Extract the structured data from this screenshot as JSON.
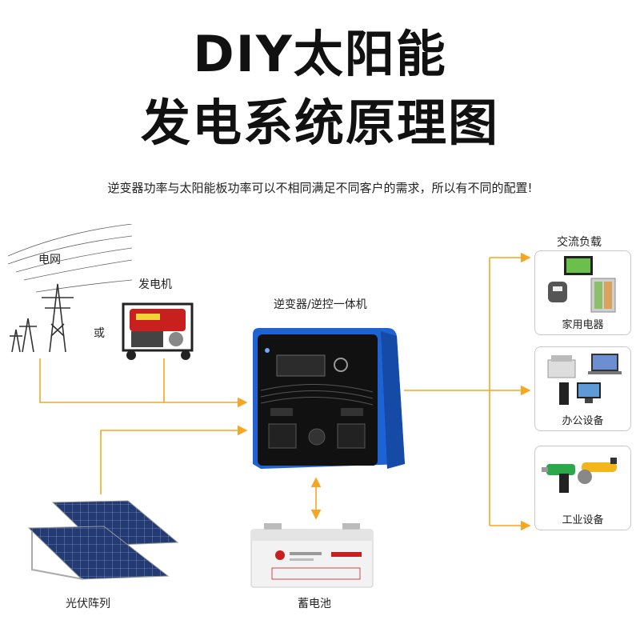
{
  "header": {
    "title_line1": "DIY太阳能",
    "title_line2": "发电系统原理图",
    "subtitle": "逆变器功率与太阳能板功率可以不相同满足不同客户的需求，所以有不同的配置!"
  },
  "sources": {
    "grid_label": "电网",
    "or_label": "或",
    "generator_label": "发电机",
    "solar_label": "光伏阵列"
  },
  "center": {
    "inverter_label": "逆变器/逆控一体机",
    "battery_label": "蓄电池"
  },
  "loads": {
    "heading": "交流负载",
    "cards": [
      {
        "label": "家用电器"
      },
      {
        "label": "办公设备"
      },
      {
        "label": "工业设备"
      }
    ]
  },
  "colors": {
    "arrow": "#f5a623",
    "inverter_blue": "#1e63d6",
    "panel_black": "#111111",
    "solar_blue": "#233a73",
    "generator_red": "#c8201e"
  }
}
